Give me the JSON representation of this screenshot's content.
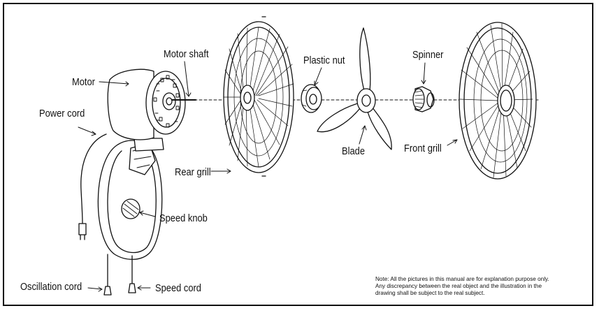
{
  "labels": {
    "motor": "Motor",
    "motor_shaft": "Motor shaft",
    "power_cord": "Power cord",
    "rear_grill": "Rear grill",
    "speed_knob": "Speed knob",
    "oscillation_cord": "Oscillation cord",
    "speed_cord": "Speed cord",
    "plastic_nut": "Plastic nut",
    "blade": "Blade",
    "spinner": "Spinner",
    "front_grill": "Front grill"
  },
  "note": {
    "line1": "Note: All the pictures in this manual are for explanation purpose only.",
    "line2": "Any discrepancy between the real object and the illustration in the",
    "line3": "drawing shall be subject to the real subject."
  }
}
